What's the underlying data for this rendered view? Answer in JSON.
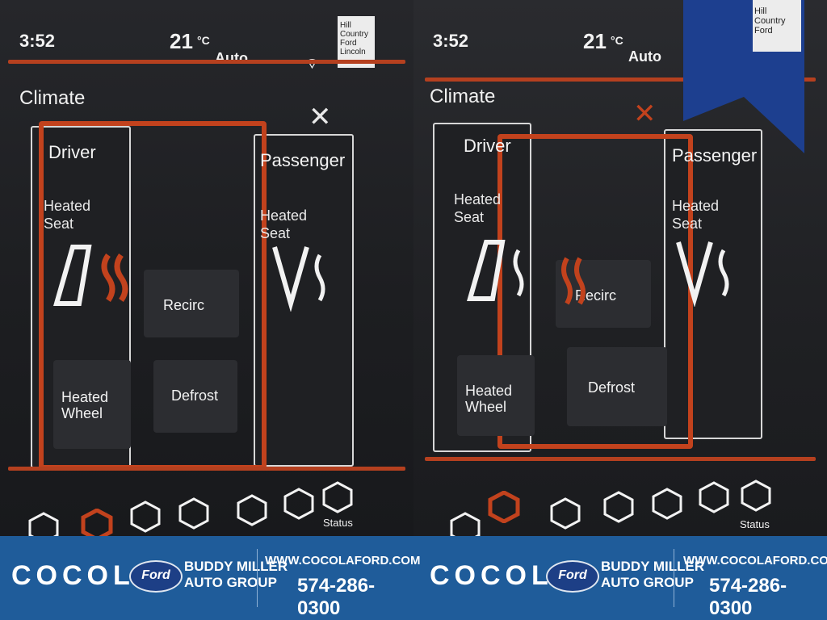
{
  "left": {
    "status": {
      "time": "3:52",
      "temp_left": "21",
      "temp_unit": "°C",
      "fan": "Auto"
    },
    "badge_text": [
      "Hill",
      "Country",
      "Ford",
      "Lincoln"
    ],
    "climate_title": "Climate",
    "driver_label": "Driver",
    "passenger_label": "Passenger",
    "heated_seat_label": "Heated Seat",
    "heated_seat_label_passenger": "Heated Seat",
    "tile_heated_wheel": "Heated Wheel",
    "tile_defrost": "Defrost",
    "tile_recirc": "Recirc",
    "hex_labels": [
      "",
      "",
      "",
      "",
      "",
      "",
      "Status"
    ]
  },
  "right": {
    "status": {
      "time": "3:52",
      "temp_left": "21",
      "temp_unit": "°C",
      "fan": "Auto"
    },
    "badge_text": [
      "Hill",
      "Country",
      "Ford"
    ],
    "climate_title": "Climate",
    "driver_label": "Driver",
    "passenger_label": "Passenger",
    "heated_seat_label": "Heated Seat",
    "heated_seat_label_passenger": "Heated Seat",
    "tile_heated_wheel": "Heated Wheel",
    "tile_defrost": "Defrost",
    "tile_recirc": "Recirc",
    "hex_labels": [
      "",
      "",
      "",
      "",
      "",
      "",
      "Status"
    ]
  },
  "banner": {
    "left": {
      "brand": "COCOLA",
      "oval": "Ford",
      "dealer_1": "BUDDY MILLER",
      "dealer_2": "AUTO GROUP",
      "web": "WWW.COCOLAFORD.COM",
      "phone": "574-286-0300"
    },
    "right": {
      "brand": "COCOLA",
      "oval": "Ford",
      "dealer_1": "BUDDY MILLER",
      "dealer_2": "AUTO GROUP",
      "web": "WWW.COCOLAFORD.COM",
      "phone": "574-286-0300"
    }
  },
  "colors": {
    "accent": "#c2421d",
    "banner": "#1f5c9a",
    "ribbon": "#1d3f8f"
  }
}
